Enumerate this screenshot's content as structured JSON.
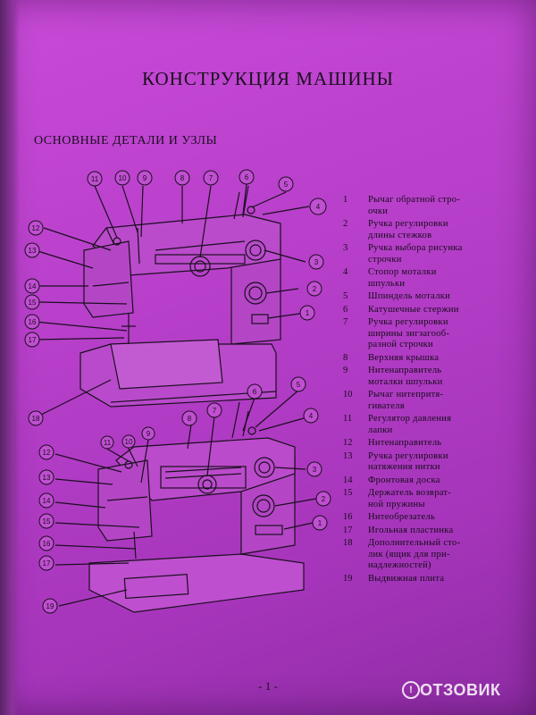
{
  "document": {
    "title": "КОНСТРУКЦИЯ МАШИНЫ",
    "subtitle": "ОСНОВНЫЕ ДЕТАЛИ И УЗЛЫ",
    "page_number": "- 1 -"
  },
  "diagram_top": {
    "callouts": [
      "1",
      "2",
      "3",
      "4",
      "5",
      "6",
      "7",
      "8",
      "9",
      "10",
      "11",
      "12",
      "13",
      "14",
      "15",
      "16",
      "17",
      "18"
    ]
  },
  "diagram_bottom": {
    "callouts": [
      "1",
      "2",
      "3",
      "4",
      "5",
      "6",
      "7",
      "8",
      "9",
      "10",
      "11",
      "12",
      "13",
      "14",
      "15",
      "16",
      "17",
      "19"
    ]
  },
  "legend": [
    {
      "num": "1",
      "lines": [
        "Рычаг обратной стро-",
        "очки"
      ]
    },
    {
      "num": "2",
      "lines": [
        "Ручка регулировки",
        "длины стежков"
      ]
    },
    {
      "num": "3",
      "lines": [
        "Ручка выбора рисунка",
        "строчки"
      ]
    },
    {
      "num": "4",
      "lines": [
        "Стопор моталки",
        "шпульки"
      ]
    },
    {
      "num": "5",
      "lines": [
        "Шпиндель моталки"
      ]
    },
    {
      "num": "6",
      "lines": [
        "Катушечные стержни"
      ]
    },
    {
      "num": "7",
      "lines": [
        "Ручка регулировки",
        "ширины зигзагооб-",
        "разной строчки"
      ]
    },
    {
      "num": "8",
      "lines": [
        "Верхняя крышка"
      ]
    },
    {
      "num": "9",
      "lines": [
        "Нитенаправитель",
        "моталки шпульки"
      ]
    },
    {
      "num": "10",
      "lines": [
        "Рычаг нитепритя-",
        "гивателя"
      ]
    },
    {
      "num": "11",
      "lines": [
        "Регулятор давления",
        "лапки"
      ]
    },
    {
      "num": "12",
      "lines": [
        "Нитенаправитель"
      ]
    },
    {
      "num": "13",
      "lines": [
        "Ручка регулировки",
        "натяжения нитки"
      ]
    },
    {
      "num": "14",
      "lines": [
        "Фронтовая доска"
      ]
    },
    {
      "num": "15",
      "lines": [
        "Держатель возврат-",
        "ной пружины"
      ]
    },
    {
      "num": "16",
      "lines": [
        "Нитеобрезатель"
      ]
    },
    {
      "num": "17",
      "lines": [
        "Игольная пластинка"
      ]
    },
    {
      "num": "18",
      "lines": [
        "Дополнительный сто-",
        "лик (ящик для при-",
        "надлежностей)"
      ]
    },
    {
      "num": "19",
      "lines": [
        "Выдвижная плита"
      ]
    }
  ],
  "watermark": {
    "text": "ОТЗОВИК",
    "icon": "otzovik-logo-icon"
  },
  "colors": {
    "page": "#b73fca",
    "ink": "#1a0f1e"
  }
}
